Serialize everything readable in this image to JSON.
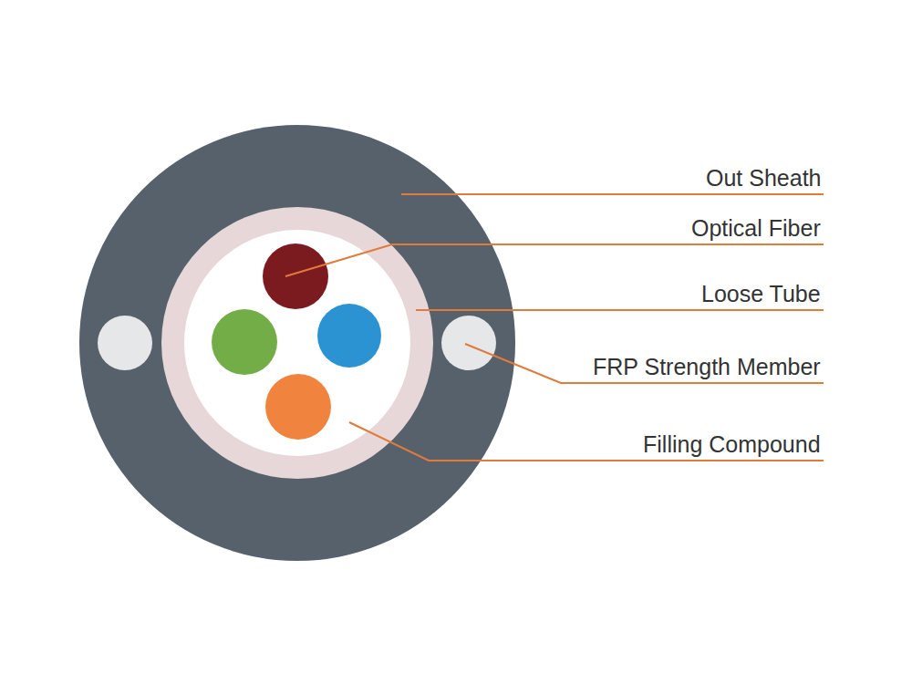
{
  "diagram": {
    "labels": [
      "Out Sheath",
      "Optical Fiber",
      "Loose Tube",
      "FRP Strength Member",
      "Filling Compound"
    ]
  }
}
